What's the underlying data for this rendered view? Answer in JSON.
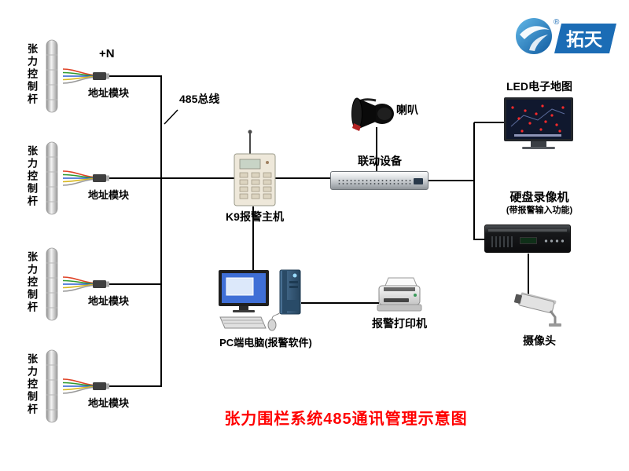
{
  "logo": {
    "text": "拓天",
    "registered_mark": "®"
  },
  "diagram": {
    "title": "张力围栏系统485通讯管理示意图",
    "bus": {
      "count_label": "+N",
      "bus_label": "485总线"
    },
    "pole_label": "张力控制杆",
    "module_label": "地址模块",
    "devices": {
      "host": "K9报警主机",
      "horn": "喇叭",
      "linkage": "联动设备",
      "led_map": "LED电子地图",
      "dvr": "硬盘录像机",
      "dvr_note": "(带报警输入功能)",
      "camera": "摄像头",
      "pc": "PC端电脑(报警软件)",
      "printer": "报警打印机"
    }
  },
  "colors": {
    "title": "#ff0000",
    "logo_blue": "#1b6cb5",
    "line": "#000000",
    "map_dot_red": "#ff2a2a"
  }
}
